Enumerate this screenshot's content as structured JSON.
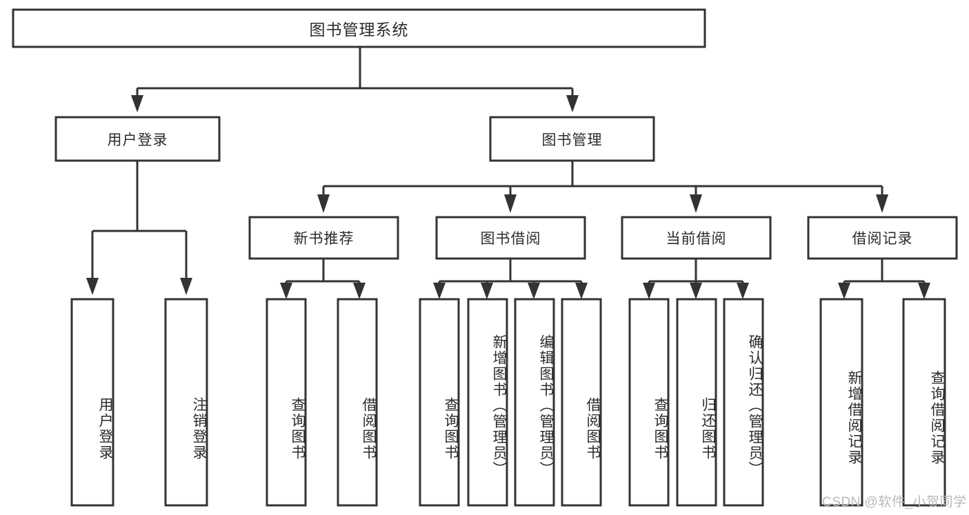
{
  "diagram": {
    "type": "tree-hierarchy-chart",
    "title": "图书管理系统",
    "orientation": "top-down",
    "colors": {
      "box_stroke": "#333333",
      "box_fill": "#ffffff",
      "text": "#2b2b2b",
      "connector": "#333333",
      "watermark": "#b9b9b9",
      "background": "#ffffff"
    },
    "levels": {
      "root": {
        "label": "图书管理系统"
      },
      "level2": [
        {
          "id": "user-login",
          "label": "用户登录"
        },
        {
          "id": "book-manage",
          "label": "图书管理"
        }
      ],
      "level3": [
        {
          "id": "new-book-recommend",
          "label": "新书推荐",
          "parent": "book-manage"
        },
        {
          "id": "book-borrow",
          "label": "图书借阅",
          "parent": "book-manage"
        },
        {
          "id": "current-borrow",
          "label": "当前借阅",
          "parent": "book-manage"
        },
        {
          "id": "borrow-record",
          "label": "借阅记录",
          "parent": "book-manage"
        }
      ],
      "leaves": {
        "user-login": [
          {
            "id": "leaf-user-login",
            "label": "用户登录"
          },
          {
            "id": "leaf-logout-login",
            "label": "注销登录"
          }
        ],
        "new-book-recommend": [
          {
            "id": "leaf-query-book-1",
            "label": "查询图书"
          },
          {
            "id": "leaf-borrow-book-1",
            "label": "借阅图书"
          }
        ],
        "book-borrow": [
          {
            "id": "leaf-query-book-2",
            "label": "查询图书"
          },
          {
            "id": "leaf-add-book",
            "label": "新增图书（管理员）"
          },
          {
            "id": "leaf-edit-book",
            "label": "编辑图书（管理员）"
          },
          {
            "id": "leaf-borrow-book-2",
            "label": "借阅图书"
          }
        ],
        "current-borrow": [
          {
            "id": "leaf-query-book-3",
            "label": "查询图书"
          },
          {
            "id": "leaf-return-book",
            "label": "归还图书"
          },
          {
            "id": "leaf-confirm-return",
            "label": "确认归还（管理员）"
          }
        ],
        "borrow-record": [
          {
            "id": "leaf-add-record",
            "label": "新增借阅记录"
          },
          {
            "id": "leaf-query-record",
            "label": "查询借阅记录"
          }
        ]
      }
    },
    "watermark": "CSDN @软件_小贺同学"
  }
}
